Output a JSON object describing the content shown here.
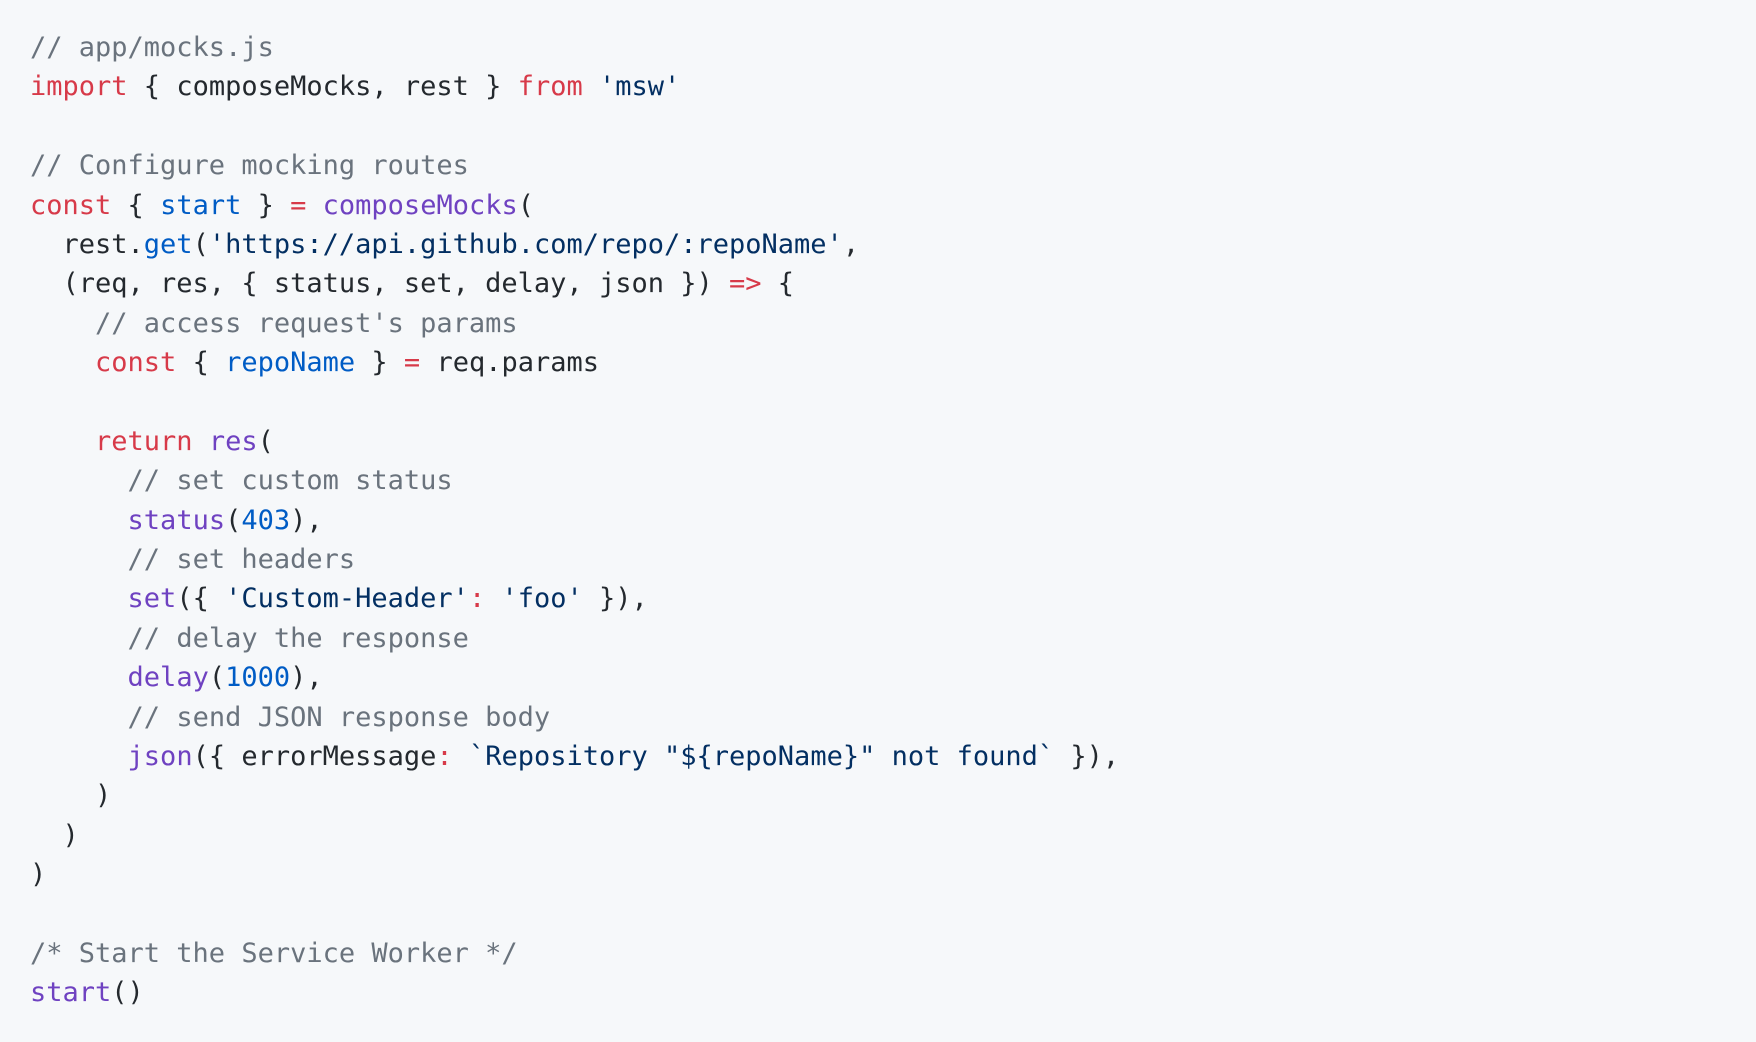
{
  "file_comment": "// app/mocks.js",
  "lines": [
    [
      {
        "t": "// app/mocks.js",
        "c": "comment"
      }
    ],
    [
      {
        "t": "import",
        "c": "keyword"
      },
      {
        "t": " { composeMocks, rest } ",
        "c": "plain"
      },
      {
        "t": "from",
        "c": "keyword"
      },
      {
        "t": " ",
        "c": "plain"
      },
      {
        "t": "'msw'",
        "c": "string"
      }
    ],
    [],
    [
      {
        "t": "// Configure mocking routes",
        "c": "comment"
      }
    ],
    [
      {
        "t": "const",
        "c": "keyword"
      },
      {
        "t": " { ",
        "c": "plain"
      },
      {
        "t": "start",
        "c": "const"
      },
      {
        "t": " } ",
        "c": "plain"
      },
      {
        "t": "=",
        "c": "op"
      },
      {
        "t": " ",
        "c": "plain"
      },
      {
        "t": "composeMocks",
        "c": "func"
      },
      {
        "t": "(",
        "c": "plain"
      }
    ],
    [
      {
        "t": "  rest.",
        "c": "plain"
      },
      {
        "t": "get",
        "c": "const"
      },
      {
        "t": "(",
        "c": "plain"
      },
      {
        "t": "'https://api.github.com/repo/:repoName'",
        "c": "string"
      },
      {
        "t": ",",
        "c": "plain"
      }
    ],
    [
      {
        "t": "  (req, res, { status, set, delay, json }) ",
        "c": "plain"
      },
      {
        "t": "=>",
        "c": "op"
      },
      {
        "t": " {",
        "c": "plain"
      }
    ],
    [
      {
        "t": "    ",
        "c": "plain"
      },
      {
        "t": "// access request's params",
        "c": "comment"
      }
    ],
    [
      {
        "t": "    ",
        "c": "plain"
      },
      {
        "t": "const",
        "c": "keyword"
      },
      {
        "t": " { ",
        "c": "plain"
      },
      {
        "t": "repoName",
        "c": "const"
      },
      {
        "t": " } ",
        "c": "plain"
      },
      {
        "t": "=",
        "c": "op"
      },
      {
        "t": " req.params",
        "c": "plain"
      }
    ],
    [],
    [
      {
        "t": "    ",
        "c": "plain"
      },
      {
        "t": "return",
        "c": "keyword"
      },
      {
        "t": " ",
        "c": "plain"
      },
      {
        "t": "res",
        "c": "func"
      },
      {
        "t": "(",
        "c": "plain"
      }
    ],
    [
      {
        "t": "      ",
        "c": "plain"
      },
      {
        "t": "// set custom status",
        "c": "comment"
      }
    ],
    [
      {
        "t": "      ",
        "c": "plain"
      },
      {
        "t": "status",
        "c": "func"
      },
      {
        "t": "(",
        "c": "plain"
      },
      {
        "t": "403",
        "c": "number"
      },
      {
        "t": "),",
        "c": "plain"
      }
    ],
    [
      {
        "t": "      ",
        "c": "plain"
      },
      {
        "t": "// set headers",
        "c": "comment"
      }
    ],
    [
      {
        "t": "      ",
        "c": "plain"
      },
      {
        "t": "set",
        "c": "func"
      },
      {
        "t": "({ ",
        "c": "plain"
      },
      {
        "t": "'Custom-Header'",
        "c": "string"
      },
      {
        "t": ":",
        "c": "op"
      },
      {
        "t": " ",
        "c": "plain"
      },
      {
        "t": "'foo'",
        "c": "string"
      },
      {
        "t": " }),",
        "c": "plain"
      }
    ],
    [
      {
        "t": "      ",
        "c": "plain"
      },
      {
        "t": "// delay the response",
        "c": "comment"
      }
    ],
    [
      {
        "t": "      ",
        "c": "plain"
      },
      {
        "t": "delay",
        "c": "func"
      },
      {
        "t": "(",
        "c": "plain"
      },
      {
        "t": "1000",
        "c": "number"
      },
      {
        "t": "),",
        "c": "plain"
      }
    ],
    [
      {
        "t": "      ",
        "c": "plain"
      },
      {
        "t": "// send JSON response body",
        "c": "comment"
      }
    ],
    [
      {
        "t": "      ",
        "c": "plain"
      },
      {
        "t": "json",
        "c": "func"
      },
      {
        "t": "({ errorMessage",
        "c": "plain"
      },
      {
        "t": ":",
        "c": "op"
      },
      {
        "t": " ",
        "c": "plain"
      },
      {
        "t": "`Repository \"${repoName}\" not found`",
        "c": "string"
      },
      {
        "t": " }),",
        "c": "plain"
      }
    ],
    [
      {
        "t": "    )",
        "c": "plain"
      }
    ],
    [
      {
        "t": "  )",
        "c": "plain"
      }
    ],
    [
      {
        "t": ")",
        "c": "plain"
      }
    ],
    [],
    [
      {
        "t": "/* Start the Service Worker */",
        "c": "comment"
      }
    ],
    [
      {
        "t": "start",
        "c": "func"
      },
      {
        "t": "()",
        "c": "plain"
      }
    ]
  ],
  "colors": {
    "background": "#f6f8fa",
    "comment": "#6a737d",
    "keyword": "#d73a49",
    "string": "#032f62",
    "function": "#6f42c1",
    "constant": "#005cc5",
    "text": "#24292e"
  }
}
